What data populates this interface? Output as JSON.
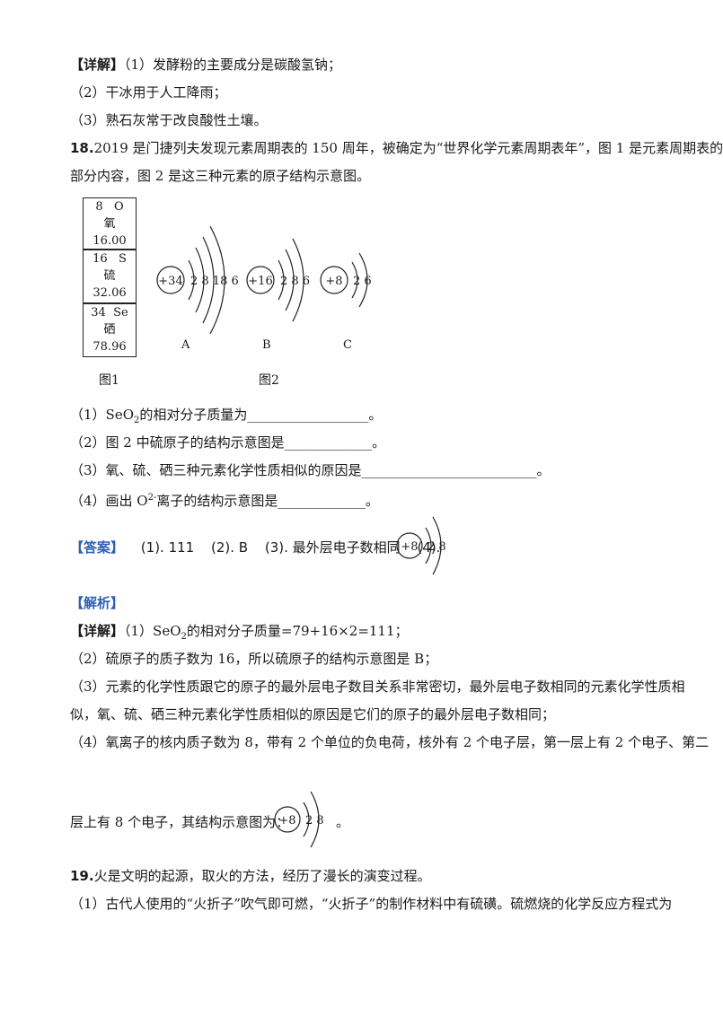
{
  "lines": {
    "l1_tag": "【详解】",
    "l1_text": "（1）发酵粉的主要成分是碳酸氢钠；",
    "l2": "（2）干冰用于人工降雨；",
    "l3": "（3）熟石灰常于改良酸性土壤。",
    "q18_num": "18.",
    "q18_text": "2019 是门捷列夫发现元素周期表的 150 周年，被确定为“世界化学元素周期表年”，图 1 是元素周期表的",
    "q18_text2": "部分内容，图 2 是这三种元素的原子结构示意图。"
  },
  "table": {
    "cells": [
      {
        "num": "8",
        "sym": "O",
        "name": "氧",
        "mass": "16.00"
      },
      {
        "num": "16",
        "sym": "S",
        "name": "硫",
        "mass": "32.06"
      },
      {
        "num": "34",
        "sym": "Se",
        "name": "硒",
        "mass": "78.96"
      }
    ],
    "caption": "图1"
  },
  "atoms": {
    "a": {
      "nucleus": "+34",
      "shells": "2 8 18 6",
      "label": "A"
    },
    "b": {
      "nucleus": "+16",
      "shells": "2 8 6",
      "label": "B"
    },
    "c": {
      "nucleus": "+8",
      "shells": "2 6",
      "label": "C"
    },
    "caption": "图2"
  },
  "questions": {
    "q1_pre": "（1）SeO",
    "q1_sub": "2",
    "q1_post": "的相对分子质量为__________________。",
    "q2": "（2）图 2 中硫原子的结构示意图是_____________。",
    "q3": "（3）氧、硫、硒三种元素化学性质相似的原因是__________________________。",
    "q4_pre": "（4）画出 O",
    "q4_sup": "2-",
    "q4_post": "离子的结构示意图是_____________。"
  },
  "answer": {
    "tag": "【答案】",
    "a1": "(1). 111",
    "a2": "(2). B",
    "a3": "(3). 最外层电子数相同",
    "a4": "(4).",
    "ion_nucleus": "+8",
    "ion_shells": "2 8"
  },
  "analysis": {
    "tag": "【解析】",
    "detail_tag": "【详解】",
    "d1_pre": "（1）SeO",
    "d1_sub": "2",
    "d1_post": "的相对分子质量=79+16×2=111；",
    "d2": "（2）硫原子的质子数为 16，所以硫原子的结构示意图是 B；",
    "d3a": "（3）元素的化学性质跟它的原子的最外层电子数目关系非常密切，最外层电子数相同的元素化学性质相",
    "d3b": "似，氧、硫、硒三种元素化学性质相似的原因是它们的原子的最外层电子数相同；",
    "d4a": "（4）氧离子的核内质子数为 8，带有 2 个单位的负电荷，核外有 2 个电子层，第一层上有 2 个电子、第二",
    "d4b": "层上有 8 个电子，其结构示意图为：",
    "d4_end": "。",
    "ion_nucleus": "+8",
    "ion_shells": "2 8"
  },
  "q19": {
    "num": "19.",
    "text": "火是文明的起源，取火的方法，经历了漫长的演变过程。",
    "sub1": "（1）古代人使用的“火折子”吹气即可燃，“火折子”的制作材料中有硫磺。硫燃烧的化学反应方程式为"
  },
  "colors": {
    "accent": "#2f5fb3",
    "text": "#1a1a1a"
  }
}
